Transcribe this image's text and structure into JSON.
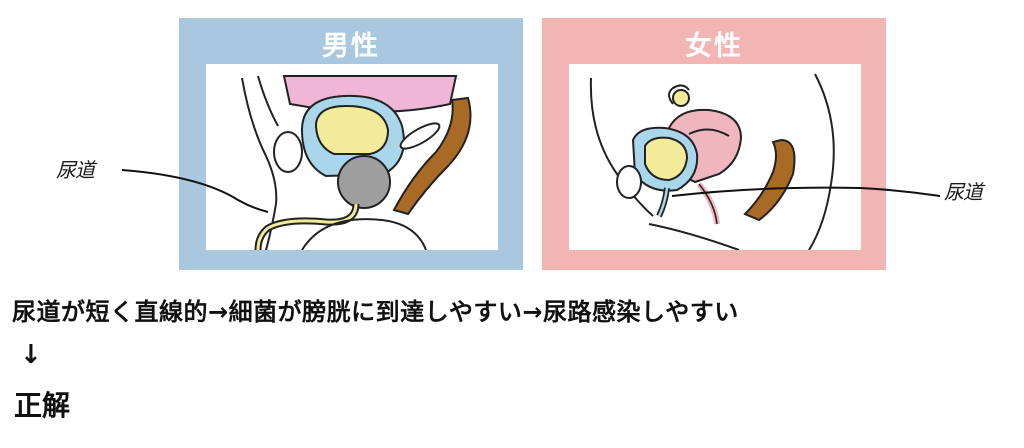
{
  "panels": {
    "male": {
      "title": "男性",
      "bg_color": "#a9c8df"
    },
    "female": {
      "title": "女性",
      "bg_color": "#f3b5b3"
    }
  },
  "annotations": {
    "male_label": "尿道",
    "female_label": "尿道"
  },
  "explanation": "尿道が短く直線的→細菌が膀胱に到達しやすい→尿路感染しやすい",
  "arrow": "↓",
  "answer": "正解"
}
